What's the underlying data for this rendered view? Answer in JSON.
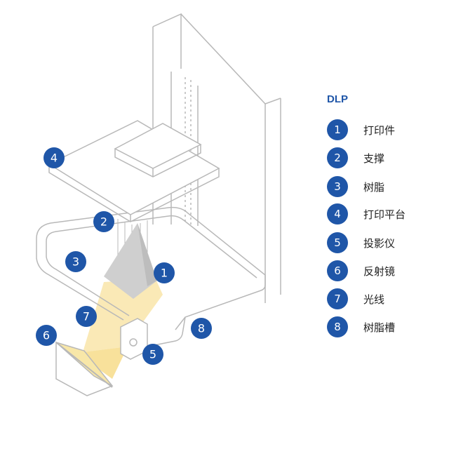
{
  "legend": {
    "title": "DLP",
    "items": [
      {
        "num": "1",
        "label": "打印件"
      },
      {
        "num": "2",
        "label": "支撑"
      },
      {
        "num": "3",
        "label": "树脂"
      },
      {
        "num": "4",
        "label": "打印平台"
      },
      {
        "num": "5",
        "label": "投影仪"
      },
      {
        "num": "6",
        "label": "反射镜"
      },
      {
        "num": "7",
        "label": "光线"
      },
      {
        "num": "8",
        "label": "树脂槽"
      }
    ]
  },
  "markers": [
    "1",
    "2",
    "3",
    "4",
    "5",
    "6",
    "7",
    "8"
  ],
  "colors": {
    "accent": "#1f56a8",
    "line": "#b8b8b8",
    "light": "#f5d77a",
    "part": "#cfcfcf"
  }
}
